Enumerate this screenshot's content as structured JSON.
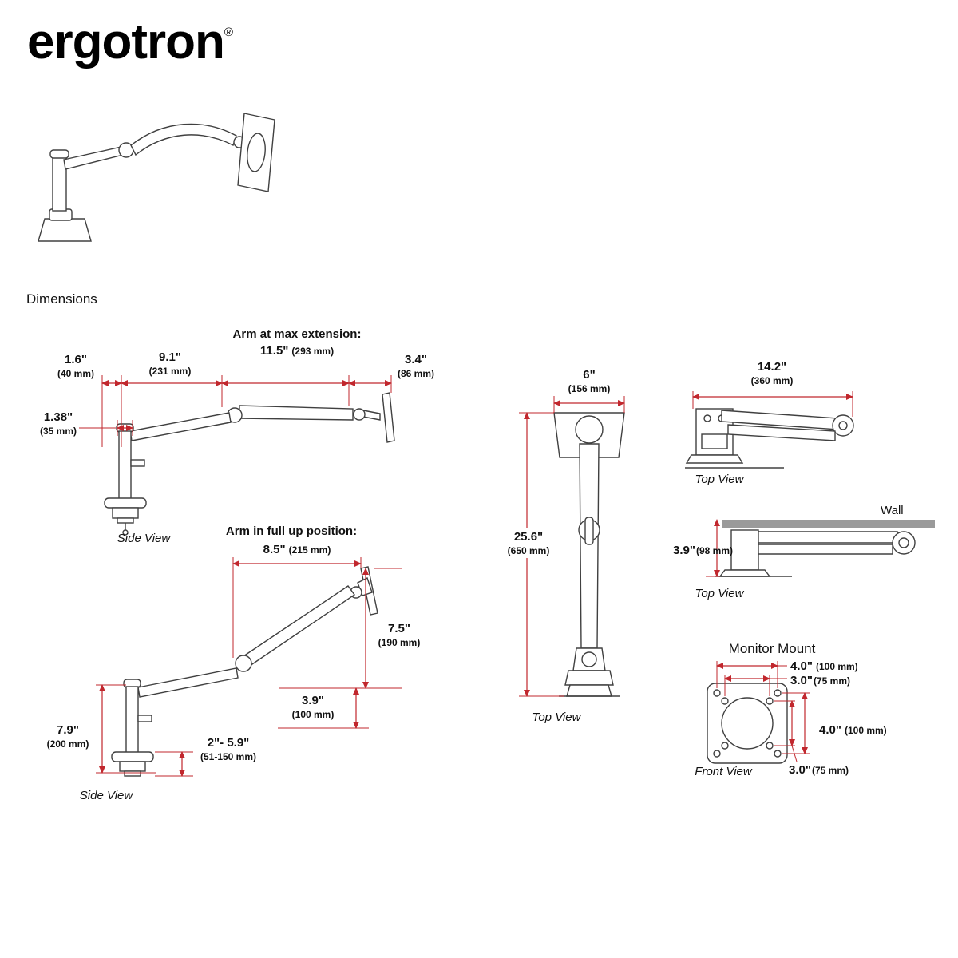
{
  "colors": {
    "dimension_line": "#c1272d",
    "drawing_line": "#404040",
    "wall_fill": "#9a9a9a",
    "text": "#111111",
    "background": "#ffffff"
  },
  "logo": {
    "brand": "ergotron",
    "registered_mark": "®"
  },
  "heading": {
    "dimensions": "Dimensions"
  },
  "side_view_max": {
    "title": "Arm at max extension:",
    "extension": {
      "in": "11.5\"",
      "mm": "(293 mm)"
    },
    "arm_length": {
      "in": "9.1\"",
      "mm": "(231 mm)"
    },
    "offset": {
      "in": "1.6\"",
      "mm": "(40 mm)"
    },
    "end_depth": {
      "in": "3.4\"",
      "mm": "(86 mm)"
    },
    "pole_diameter": {
      "in": "1.38\"",
      "mm": "(35 mm)"
    },
    "view_label": "Side View"
  },
  "side_view_up": {
    "title": "Arm in full up position:",
    "top_reach": {
      "in": "8.5\"",
      "mm": "(215 mm)"
    },
    "lift_height": {
      "in": "7.5\"",
      "mm": "(190 mm)"
    },
    "low_offset": {
      "in": "3.9\"",
      "mm": "(100 mm)"
    },
    "pole_height": {
      "in": "7.9\"",
      "mm": "(200 mm)"
    },
    "clamp_range": {
      "in": "2\"- 5.9\"",
      "mm": "(51-150 mm)"
    },
    "view_label": "Side View"
  },
  "top_view_center": {
    "width": {
      "in": "6\"",
      "mm": "(156 mm)"
    },
    "length": {
      "in": "25.6\"",
      "mm": "(650 mm)"
    },
    "view_label": "Top View"
  },
  "top_view_right": {
    "reach": {
      "in": "14.2\"",
      "mm": "(360 mm)"
    },
    "view_label": "Top View"
  },
  "wall_top_view": {
    "wall_label": "Wall",
    "depth": {
      "in": "3.9\"",
      "mm": "(98 mm)"
    },
    "view_label": "Top View"
  },
  "monitor_mount": {
    "title": "Monitor Mount",
    "hole_width_100": {
      "in": "4.0\"",
      "mm": "(100 mm)"
    },
    "hole_width_75": {
      "in": "3.0\"",
      "mm": "(75 mm)"
    },
    "hole_height_100": {
      "in": "4.0\"",
      "mm": "(100 mm)"
    },
    "hole_height_75": {
      "in": "3.0\"",
      "mm": "(75 mm)"
    },
    "view_label": "Front View"
  }
}
